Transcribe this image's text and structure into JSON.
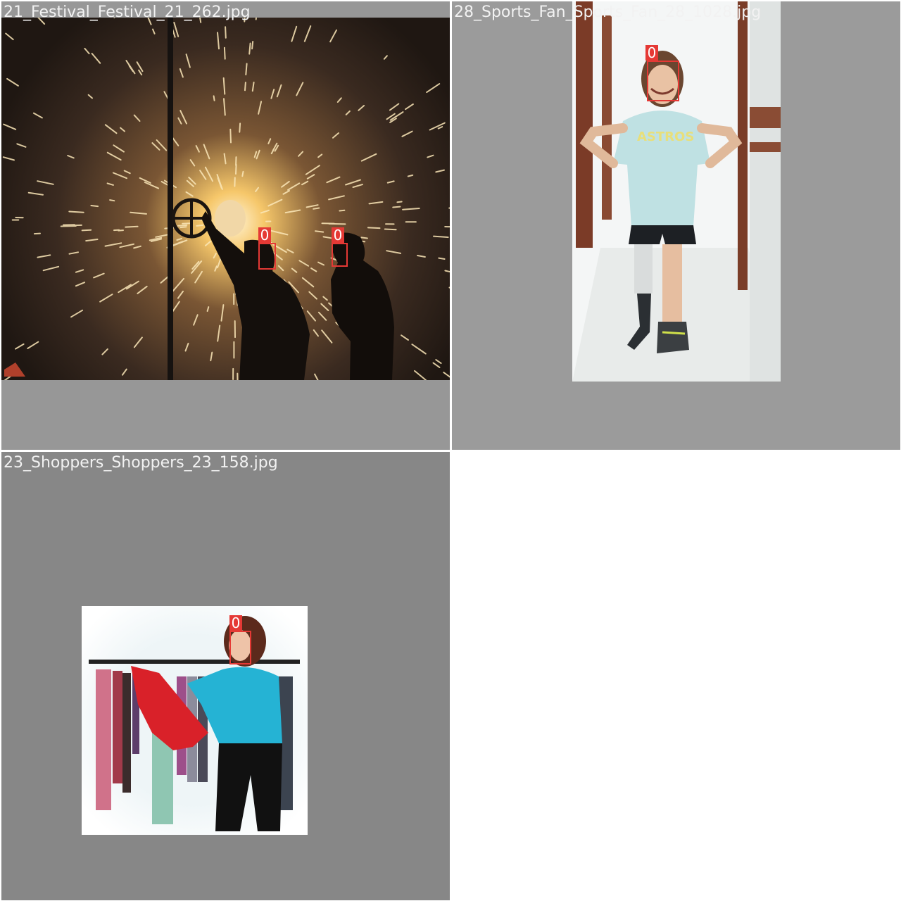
{
  "tiles": [
    {
      "filename": "21_Festival_Festival_21_262.jpg",
      "detections": [
        {
          "class_label": "0"
        },
        {
          "class_label": "0"
        }
      ]
    },
    {
      "filename": "28_Sports_Fan_Sports_Fan_28_1028.jpg",
      "detections": [
        {
          "class_label": "0"
        }
      ]
    },
    {
      "filename": "23_Shoppers_Shoppers_23_158.jpg",
      "detections": [
        {
          "class_label": "0"
        }
      ]
    }
  ],
  "colors": {
    "box": "#e53935",
    "label_text": "#ffffff",
    "filename_text": "#f2f2f2",
    "padding_grey": "#979797"
  }
}
